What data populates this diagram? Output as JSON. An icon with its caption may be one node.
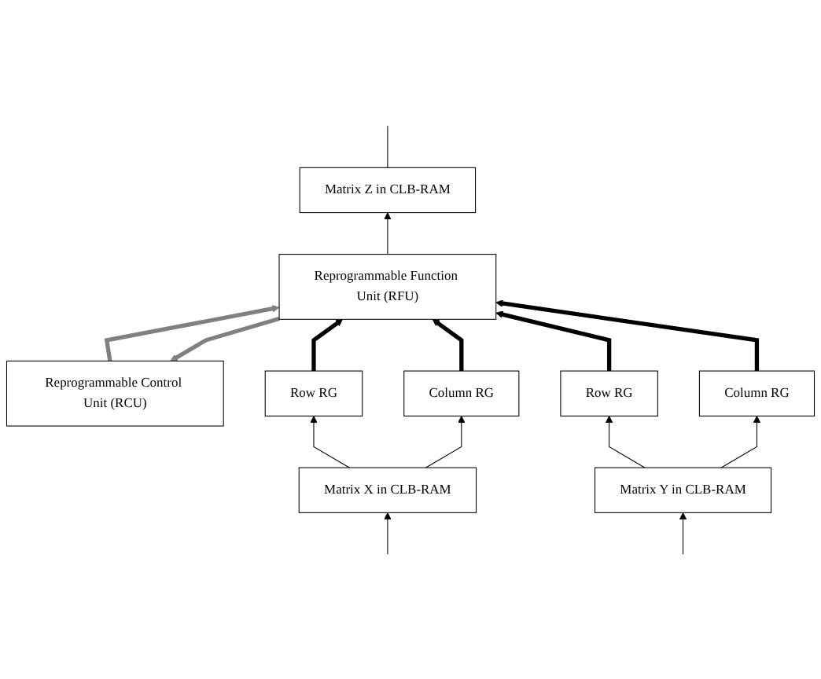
{
  "diagram": {
    "nodes": [
      {
        "text": [
          "Matrix Z in CLB-RAM"
        ]
      },
      {
        "text": [
          "Reprogrammable Control Unit (RCU)"
        ]
      },
      {
        "text": [
          "Reprogrammable Function Unit (RFU)"
        ]
      },
      {
        "text": [
          "Column RG"
        ]
      },
      {
        "text": [
          "Row RG"
        ]
      },
      {
        "text": [
          "Column RG"
        ]
      },
      {
        "text": [
          "Row RG"
        ]
      },
      {
        "text": [
          "Matrix X in CLB-RAM"
        ]
      },
      {
        "text": [
          "Matrix Y in CLB-RAM"
        ]
      }
    ],
    "edges": [
      {
        "from": 2,
        "to": 0,
        "arrow": "to"
      },
      {
        "from": 0,
        "to": null,
        "arrow": "none"
      },
      {
        "from": 1,
        "to": 2,
        "arrow": "to",
        "style": "thick",
        "color": "#808080"
      },
      {
        "from": 2,
        "to": 1,
        "arrow": "to",
        "style": "thick",
        "color": "#808080"
      },
      {
        "from": 4,
        "to": 2,
        "arrow": "to",
        "style": "thick"
      },
      {
        "from": 3,
        "to": 2,
        "arrow": "to",
        "style": "thick"
      },
      {
        "from": 6,
        "to": 2,
        "arrow": "to",
        "style": "thick"
      },
      {
        "from": 5,
        "to": 2,
        "arrow": "to",
        "style": "thick"
      },
      {
        "from": 7,
        "to": 4,
        "arrow": "to"
      },
      {
        "from": 7,
        "to": 3,
        "arrow": "to"
      },
      {
        "from": 8,
        "to": 6,
        "arrow": "to"
      },
      {
        "from": 8,
        "to": 5,
        "arrow": "to"
      },
      {
        "from": null,
        "to": 7,
        "arrow": "to"
      },
      {
        "from": null,
        "to": 8,
        "arrow": "to"
      }
    ]
  }
}
